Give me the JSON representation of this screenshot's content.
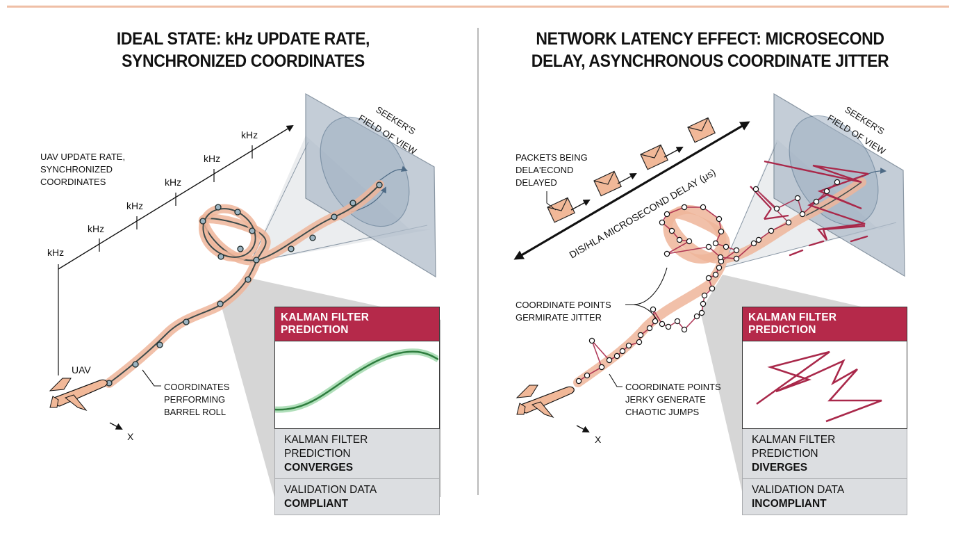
{
  "colors": {
    "accent_rule": "#efbfa6",
    "halo": "#efb59a",
    "path_line": "#3c4a4a",
    "node_fill_ideal": "#9cb3c0",
    "jitter_red": "#a9284a",
    "header_red": "#b5294a",
    "converge_green": "#2e7d3e",
    "plane_fill": "#a9b6c5",
    "cone_grey": "#c9c9c9",
    "status_panel": "#dcdee1"
  },
  "left_panel": {
    "title_line1": "IDEAL STATE: kHz UPDATE RATE,",
    "title_line2": "SYNCHRONIZED COORDINATES",
    "axis_caption": [
      "UAV UPDATE RATE,",
      "SYNCHRONIZED",
      "COORDINATES"
    ],
    "axis_tick_labels": [
      "kHz",
      "kHz",
      "kHz",
      "kHz",
      "kHz",
      "kHz"
    ],
    "seeker_label": [
      "SEEKER'S",
      "FIELD OF VIEW"
    ],
    "uav_label": "UAV",
    "trajectory_callout": [
      "COORDINATES",
      "PERFORMING",
      "BARREL ROLL"
    ],
    "axis_x_label": "X",
    "kalman_box": {
      "header": "KALMAN FILTER PREDICTION",
      "prediction_line": "KALMAN FILTER PREDICTION",
      "prediction_status": "CONVERGES",
      "validation_line": "VALIDATION DATA",
      "validation_status": "COMPLIANT"
    }
  },
  "right_panel": {
    "title_line1": "NETWORK LATENCY EFFECT: MICROSECOND",
    "title_line2": "DELAY, ASYNCHRONOUS COORDINATE JITTER",
    "packets_caption": [
      "PACKETS BEING",
      "DELA'ECOND",
      "DELAYED"
    ],
    "delay_axis_label": "DIS/HLA MICROSECOND DELAY (μs)",
    "seeker_label": [
      "SEEKER'S",
      "FIELD OF VIEW"
    ],
    "jitter_callout": [
      "COORDINATE POINTS",
      "GERMIRATE JITTER"
    ],
    "jumps_callout": [
      "COORDINATE POINTS",
      "JERKY GENERATE",
      "CHAOTIC JUMPS"
    ],
    "axis_x_label": "X",
    "kalman_box": {
      "header": "KALMAN FILTER PREDICTION",
      "prediction_line": "KALMAN FILTER PREDICTION",
      "prediction_status": "DIVERGES",
      "validation_line": "VALIDATION DATA",
      "validation_status": "INCOMPLIANT"
    }
  },
  "icons": {
    "uav": "airplane-icon",
    "packet": "envelope-icon",
    "direction": "arrow-icon"
  }
}
